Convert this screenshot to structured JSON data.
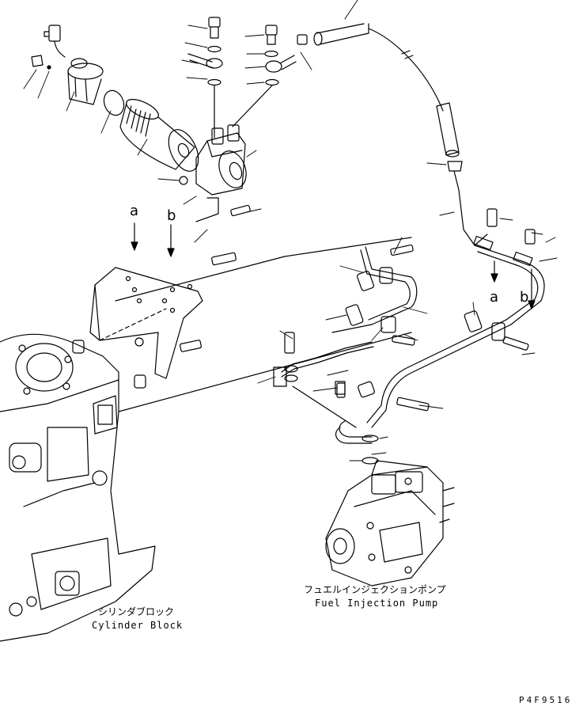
{
  "labels": {
    "pump_jp": "フュエルインジェクションポンプ",
    "pump_en": "Fuel Injection Pump",
    "block_jp": "シリンダブロック",
    "block_en": "Cylinder Block"
  },
  "refs": {
    "a": "a",
    "b": "b"
  },
  "drawing_code": "P4F9516"
}
